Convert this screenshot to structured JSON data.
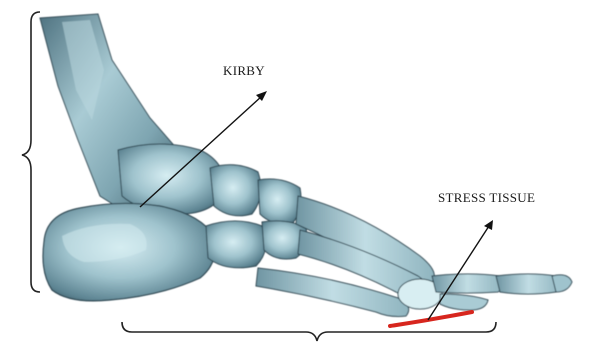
{
  "labels": {
    "kirby": "KIRBY",
    "stress_tissue": "STRESS TISSUE"
  },
  "colors": {
    "background": "#ffffff",
    "bone_light": "#c9e4ea",
    "bone_mid": "#8fb6c2",
    "bone_dark": "#3f5f6c",
    "bone_shadow": "#1f3340",
    "highlight_tissue": "#d7261e",
    "annotation_line": "#111111"
  },
  "icons": {
    "foot": "foot-skeleton-xray-illustration",
    "bracket_vertical": "curly-bracket-left",
    "bracket_horizontal": "curly-bracket-bottom"
  }
}
